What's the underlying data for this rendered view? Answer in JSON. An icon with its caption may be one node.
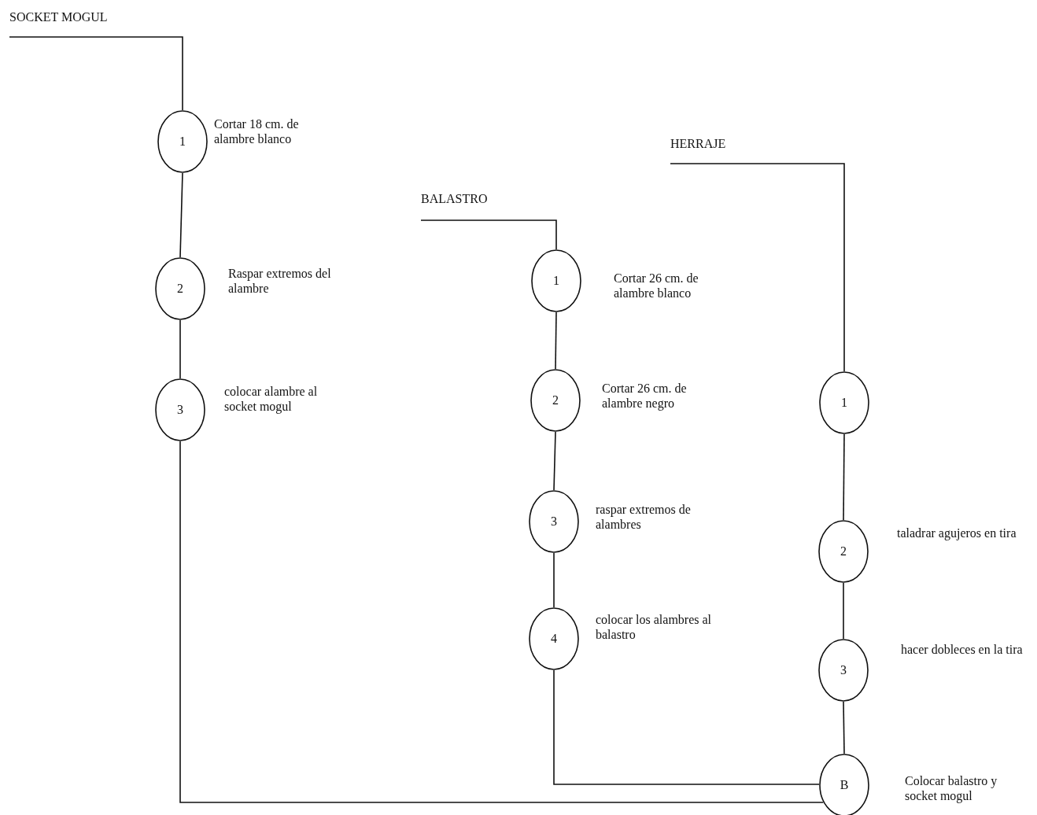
{
  "diagram": {
    "nodes": [
      {
        "text": [
          "SOCKET MOGUL"
        ]
      },
      {
        "text": [
          "1"
        ],
        "beside": [
          "Cortar 18 cm. de alambre blanco"
        ]
      },
      {
        "text": [
          "2"
        ],
        "beside": [
          "Raspar extremos del alambre"
        ]
      },
      {
        "text": [
          "3"
        ],
        "beside": [
          "colocar alambre al socket mogul"
        ]
      },
      {
        "text": [
          "BALASTRO"
        ]
      },
      {
        "text": [
          "1"
        ],
        "beside": [
          "Cortar 26 cm. de alambre blanco"
        ]
      },
      {
        "text": [
          "2"
        ],
        "beside": [
          "Cortar 26 cm. de alambre negro"
        ]
      },
      {
        "text": [
          "3"
        ],
        "beside": [
          "raspar extremos de alambres"
        ]
      },
      {
        "text": [
          "4"
        ],
        "beside": [
          "colocar los alambres al balastro"
        ]
      },
      {
        "text": [
          "HERRAJE"
        ]
      },
      {
        "text": [
          "1"
        ]
      },
      {
        "text": [
          "2"
        ],
        "beside": [
          "taladrar agujeros en tira"
        ]
      },
      {
        "text": [
          "3"
        ],
        "beside": [
          "hacer dobleces en la tira"
        ]
      },
      {
        "text": [
          "B"
        ],
        "beside": [
          "Colocar balastro y socket mogul"
        ]
      }
    ],
    "edges": [
      {
        "from": 0,
        "to": 1,
        "arrow": "none"
      },
      {
        "from": 1,
        "to": 2,
        "arrow": "none"
      },
      {
        "from": 2,
        "to": 3,
        "arrow": "none"
      },
      {
        "from": 3,
        "to": 13,
        "arrow": "none"
      },
      {
        "from": 4,
        "to": 5,
        "arrow": "none"
      },
      {
        "from": 5,
        "to": 6,
        "arrow": "none"
      },
      {
        "from": 6,
        "to": 7,
        "arrow": "none"
      },
      {
        "from": 7,
        "to": 8,
        "arrow": "none"
      },
      {
        "from": 8,
        "to": 13,
        "arrow": "none"
      },
      {
        "from": 9,
        "to": 10,
        "arrow": "none"
      },
      {
        "from": 10,
        "to": 11,
        "arrow": "none"
      },
      {
        "from": 11,
        "to": 12,
        "arrow": "none"
      },
      {
        "from": 12,
        "to": 13,
        "arrow": "none"
      }
    ]
  }
}
